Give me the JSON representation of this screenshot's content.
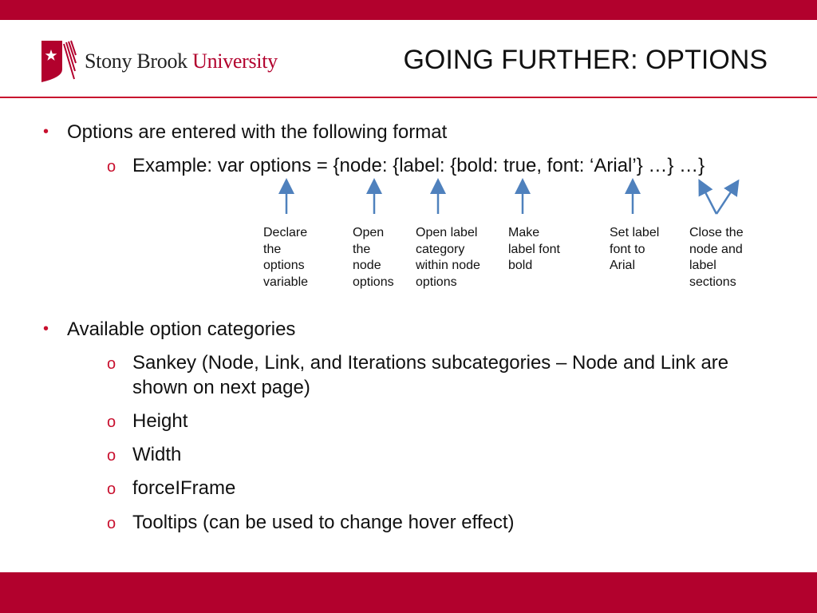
{
  "header": {
    "logo": {
      "word1": "Stony Brook",
      "word2": "University"
    },
    "title": "GOING FURTHER: OPTIONS"
  },
  "colors": {
    "brand_red": "#b2012d",
    "arrow_blue": "#4f81bd",
    "bullet_red": "#c8102e"
  },
  "section1": {
    "bullet": "Options are entered with the following format",
    "example": "Example: var options = {node: {label: {bold: true, font: ‘Arial’} …} …}",
    "annotations": [
      {
        "text": "Declare\nthe\noptions\nvariable"
      },
      {
        "text": "Open\nthe\nnode\noptions"
      },
      {
        "text": "Open label\ncategory\nwithin node\noptions"
      },
      {
        "text": "Make\nlabel font\nbold"
      },
      {
        "text": "Set label\nfont to\nArial"
      },
      {
        "text": "Close the\nnode and\nlabel\nsections"
      }
    ]
  },
  "section2": {
    "bullet": "Available option categories",
    "items": [
      "Sankey (Node, Link, and Iterations subcategories – Node and Link are shown on next page)",
      "Height",
      "Width",
      "forceIFrame",
      "Tooltips (can be used to change hover effect)"
    ]
  },
  "markers": {
    "bullet": "•",
    "sub": "o"
  }
}
